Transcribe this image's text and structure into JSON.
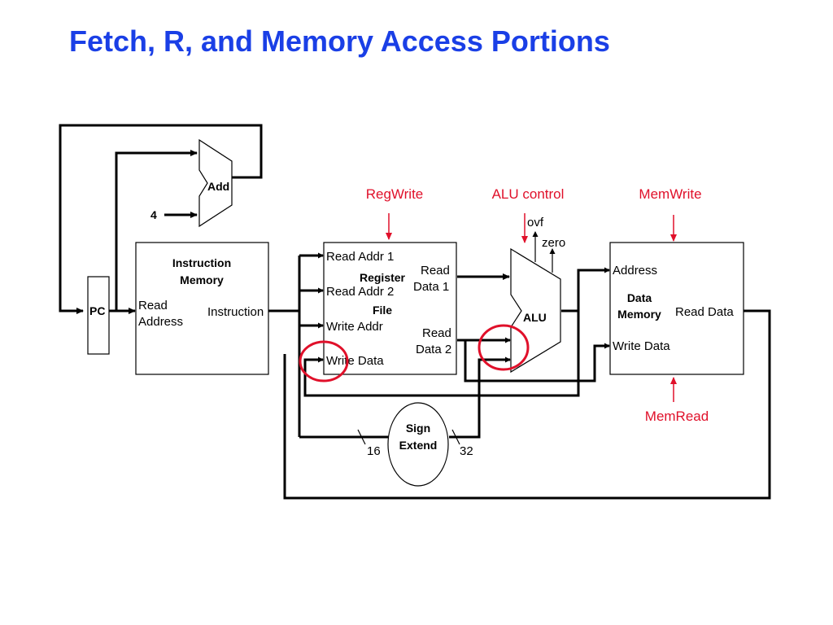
{
  "title": "Fetch, R, and Memory Access Portions",
  "colors": {
    "title": "#1a3fe6",
    "control": "#e0102a",
    "wire": "#000000"
  },
  "components": {
    "add": "Add",
    "four": "4",
    "pc": "PC",
    "imem_title_1": "Instruction",
    "imem_title_2": "Memory",
    "imem_read_1": "Read",
    "imem_read_2": "Address",
    "imem_instruction": "Instruction",
    "rf_read_addr_1": "Read Addr 1",
    "rf_read_addr_2": "Read Addr 2",
    "rf_write_addr": "Write Addr",
    "rf_write_data": "Write Data",
    "rf_title_1": "Register",
    "rf_title_2": "File",
    "rf_read_data_1a": "Read",
    "rf_read_data_1b": "Data 1",
    "rf_read_data_2a": "Read",
    "rf_read_data_2b": "Data 2",
    "alu": "ALU",
    "ovf": "ovf",
    "zero": "zero",
    "dm_address": "Address",
    "dm_title_1": "Data",
    "dm_title_2": "Memory",
    "dm_read_data": "Read Data",
    "dm_write_data": "Write Data",
    "sign_1": "Sign",
    "sign_2": "Extend",
    "bits_16": "16",
    "bits_32": "32"
  },
  "control_signals": {
    "regwrite": "RegWrite",
    "alu_control": "ALU control",
    "memwrite": "MemWrite",
    "memread": "MemRead"
  }
}
